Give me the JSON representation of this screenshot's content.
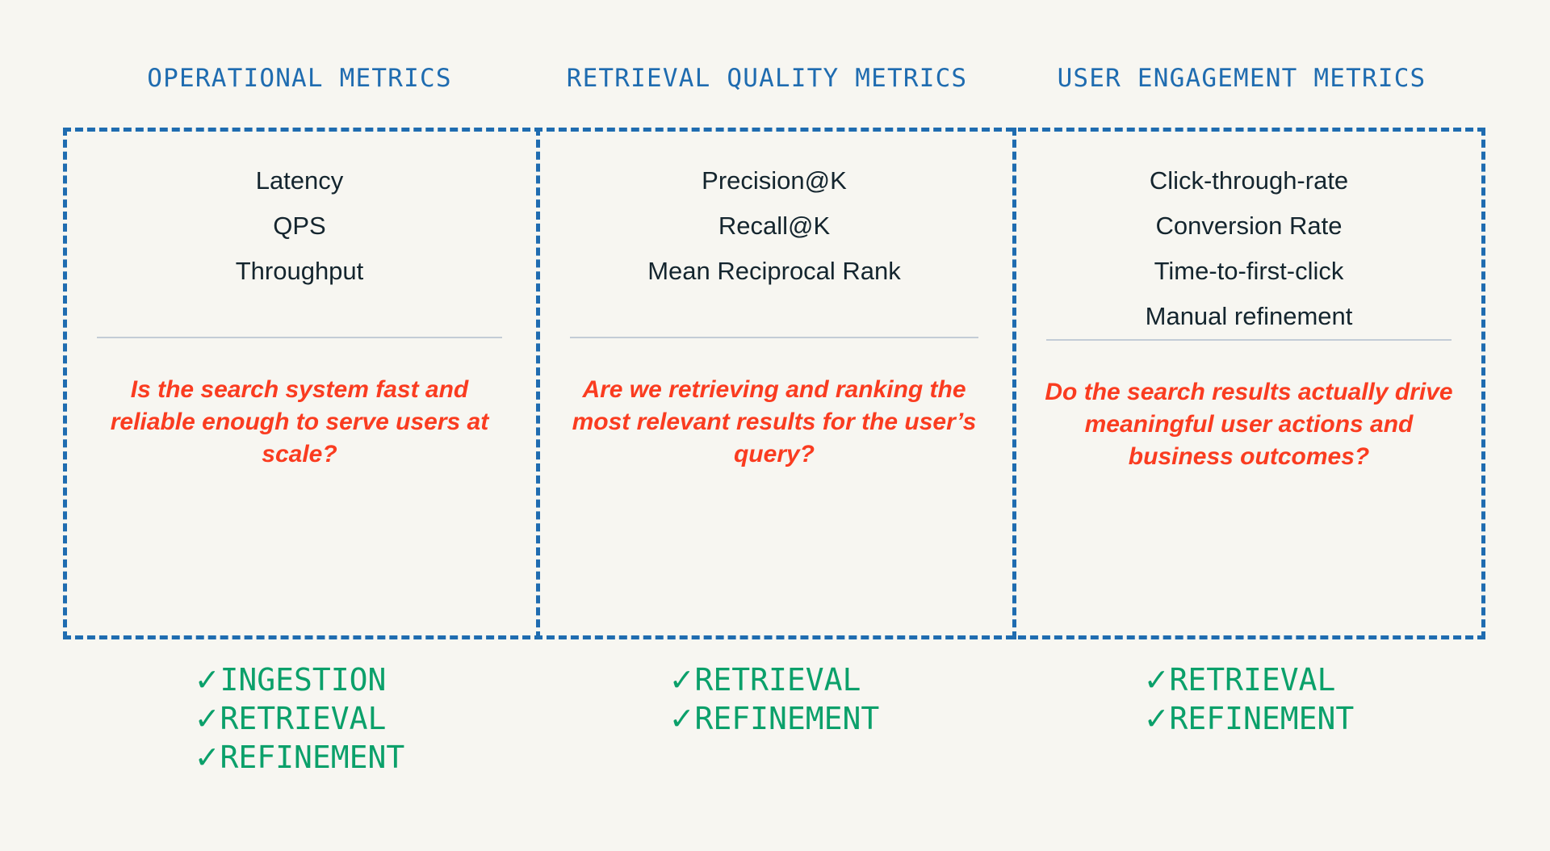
{
  "page": {
    "background_color": "#f7f6f1",
    "accent_blue": "#1f6cb0",
    "question_red": "#fa3c20",
    "check_green": "#0ba06a",
    "metric_text_color": "#14252e",
    "rule_color": "#c3ccd6"
  },
  "columns": [
    {
      "header": "OPERATIONAL METRICS",
      "metrics": [
        "Latency",
        "QPS",
        "Throughput"
      ],
      "question": "Is the search system fast and reliable enough to serve users at scale?",
      "checks": [
        "INGESTION",
        "RETRIEVAL",
        "REFINEMENT"
      ]
    },
    {
      "header": "RETRIEVAL QUALITY METRICS",
      "metrics": [
        "Precision@K",
        "Recall@K",
        "Mean Reciprocal Rank"
      ],
      "question": "Are we retrieving and ranking the most relevant results for the user’s query?",
      "checks": [
        "RETRIEVAL",
        "REFINEMENT"
      ]
    },
    {
      "header": "USER ENGAGEMENT METRICS",
      "metrics": [
        "Click-through-rate",
        "Conversion Rate",
        "Time-to-first-click",
        "Manual refinement"
      ],
      "question": "Do the search results actually drive meaningful user actions and business outcomes?",
      "checks": [
        "RETRIEVAL",
        "REFINEMENT"
      ]
    }
  ],
  "icons": {
    "check": "✓"
  }
}
